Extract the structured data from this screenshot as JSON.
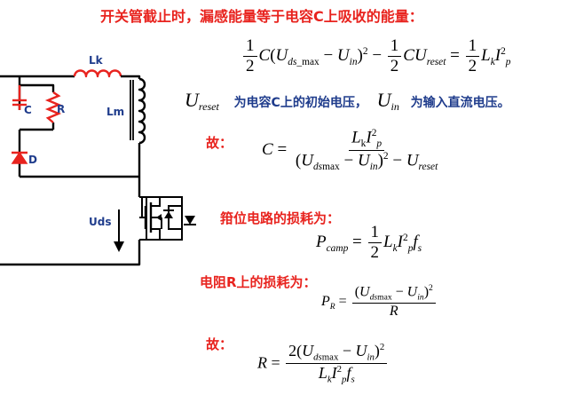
{
  "heading": "开关管截止时，漏感能量等于电容C上吸收的能量：",
  "note_sentence": {
    "part1": "为电容C上的初始电压，",
    "part2": "为输入直流电压。"
  },
  "label_therefore": "故：",
  "label_clamp_loss": "箝位电路的损耗为：",
  "label_resistor_loss": "电阻R上的损耗为：",
  "circuit_labels": {
    "C": "C",
    "R": "R",
    "D": "D",
    "Lk": "Lk",
    "Lm": "Lm",
    "Uds": "Uds"
  },
  "colors": {
    "accent_red": "#e8231e",
    "wire": "#000000",
    "label_blue": "#1f3c8c"
  }
}
